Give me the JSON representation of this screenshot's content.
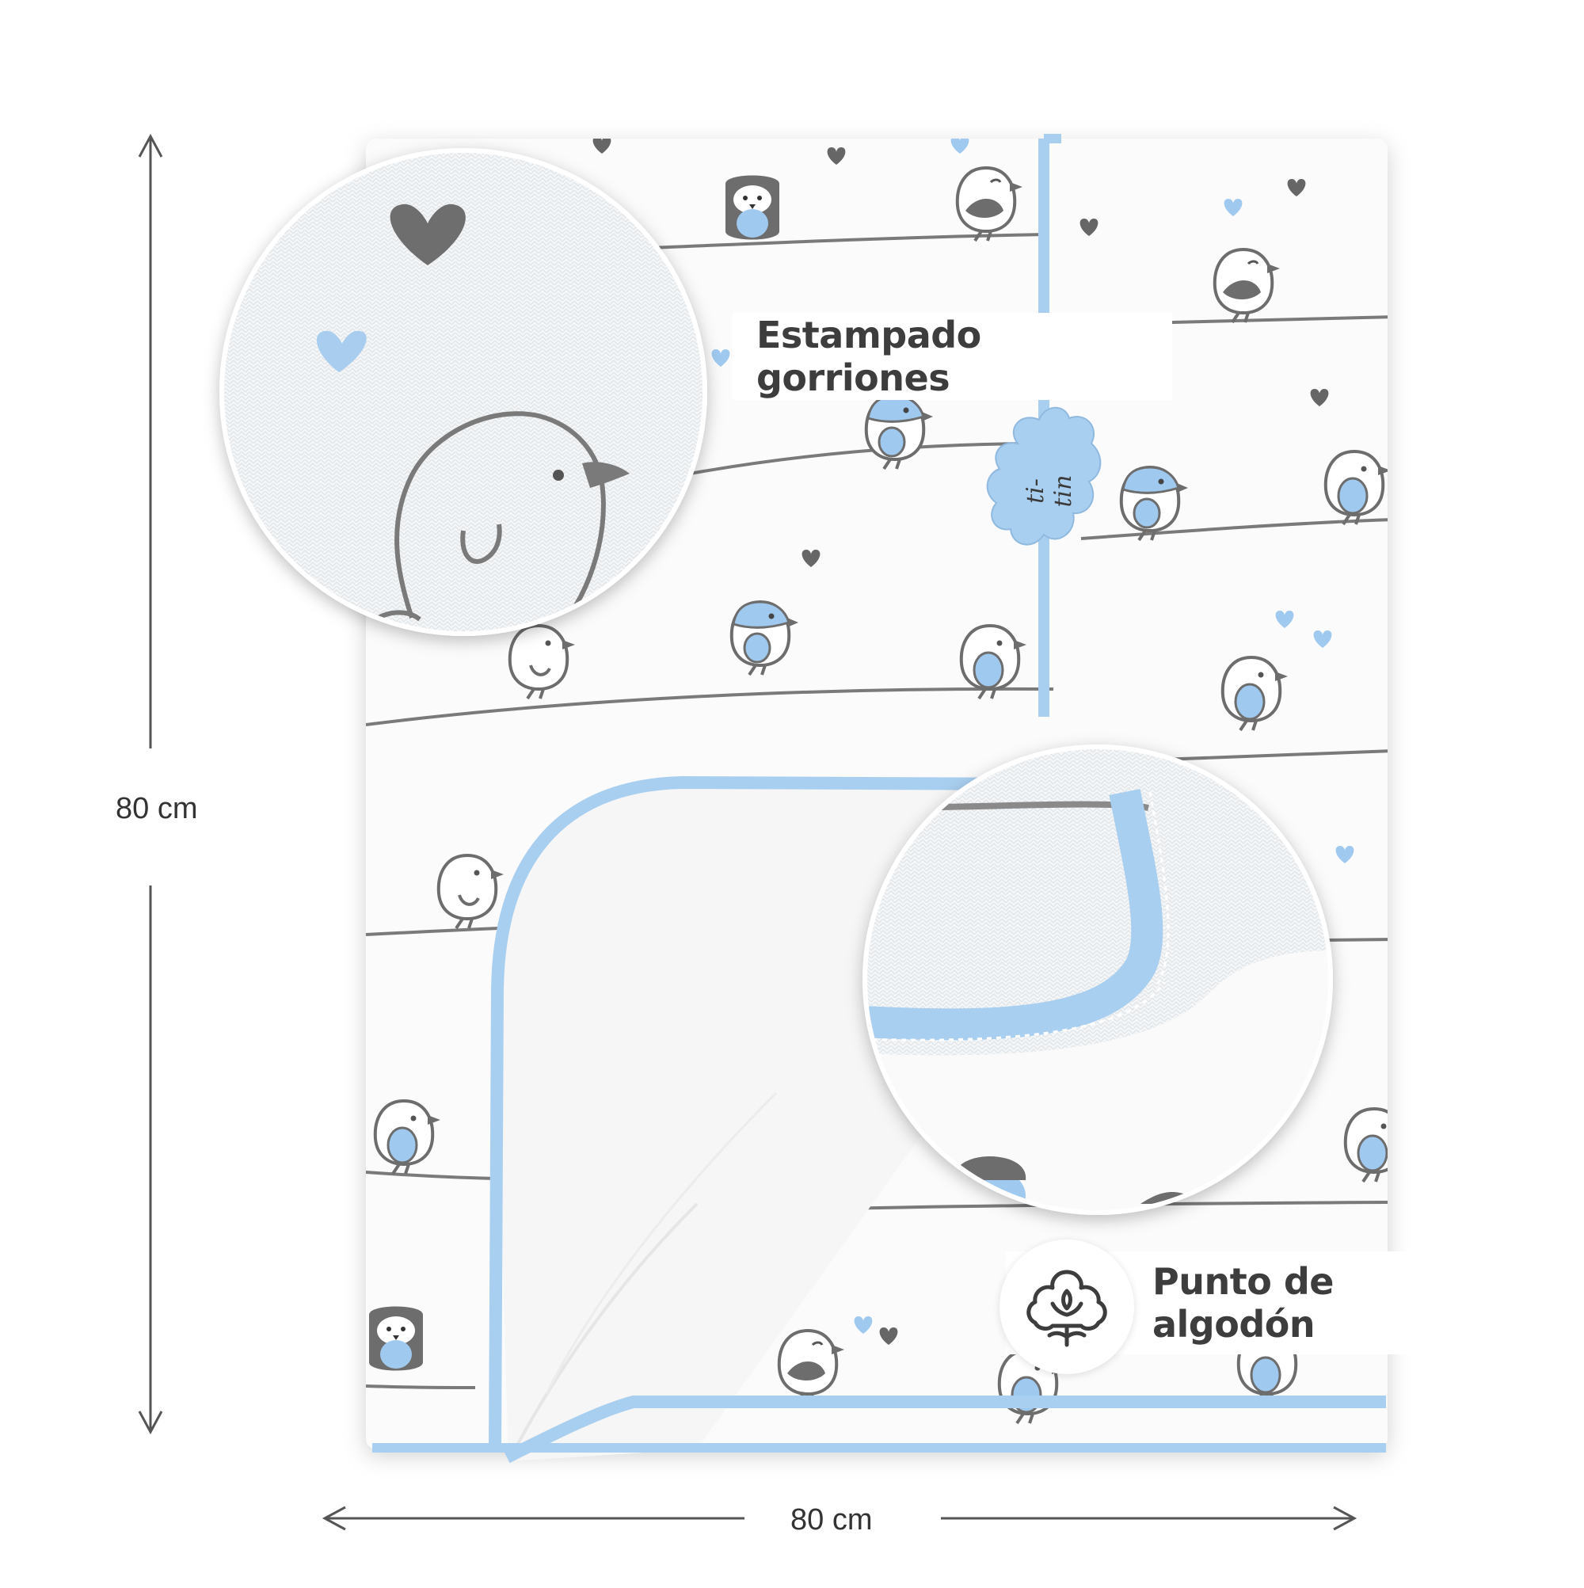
{
  "dimensions": {
    "height_label": "80 cm",
    "width_label": "80 cm"
  },
  "callouts": {
    "print_label": "Estampado gorriones",
    "material_label": "Punto de algodón"
  },
  "brand_tag": {
    "text": "ti-tin"
  },
  "icons": {
    "material": "cotton-flower-icon"
  },
  "colors": {
    "piping_blue": "#a9cff0",
    "bird_blue": "#9fc9ef",
    "bird_gray": "#6d6d6d",
    "line_gray": "#7a7a7a",
    "fabric_white": "#fbfbfb",
    "text_dark": "#3d3d3d"
  }
}
